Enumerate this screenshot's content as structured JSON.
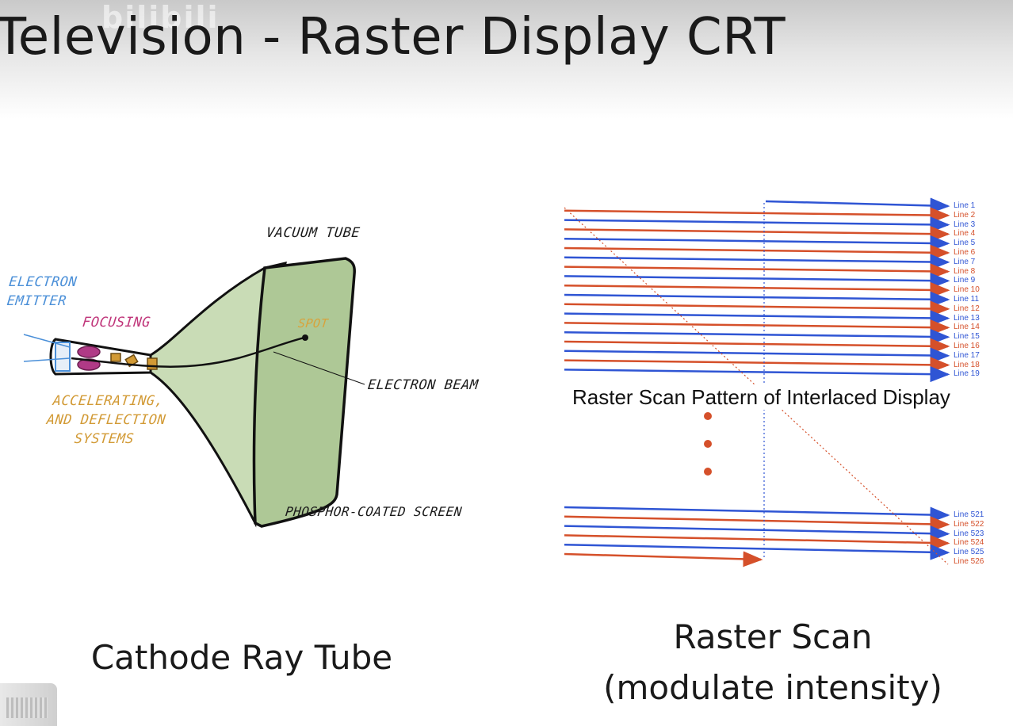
{
  "slide": {
    "title": "Television - Raster Display CRT",
    "watermark": "bilibili"
  },
  "crt_diagram": {
    "labels": {
      "vacuum_tube": "VACUUM TUBE",
      "electron_emitter": "ELECTRON EMITTER",
      "focusing": "FOCUSING",
      "spot": "SPOT",
      "electron_beam": "ELECTRON BEAM",
      "accelerating": "ACCELERATING, AND DEFLECTION SYSTEMS",
      "phosphor_screen": "PHOSPHOR-COATED SCREEN"
    },
    "caption": "Cathode Ray Tube",
    "colors": {
      "tube_fill": "#c9dcb6",
      "emitter_blue": "#4a8fd8",
      "focus_magenta": "#c0357a",
      "accel_orange": "#d29a35"
    }
  },
  "raster_diagram": {
    "pattern_label": "Raster Scan Pattern of Interlaced Display",
    "top_lines": [
      "Line 1",
      "Line 2",
      "Line 3",
      "Line 4",
      "Line 5",
      "Line 6",
      "Line 7",
      "Line 8",
      "Line 9",
      "Line 10",
      "Line 11",
      "Line 12",
      "Line 13",
      "Line 14",
      "Line 15",
      "Line 16",
      "Line 17",
      "Line 18",
      "Line 19"
    ],
    "bottom_lines": [
      "Line 521",
      "Line 522",
      "Line 523",
      "Line 524",
      "Line 525",
      "Line 526"
    ],
    "ellipsis_dots": 3,
    "caption_line1": "Raster Scan",
    "caption_line2": "(modulate intensity)",
    "colors": {
      "odd_field": "#2f55d4",
      "even_field": "#d5502a",
      "dots": "#d5502a"
    }
  }
}
